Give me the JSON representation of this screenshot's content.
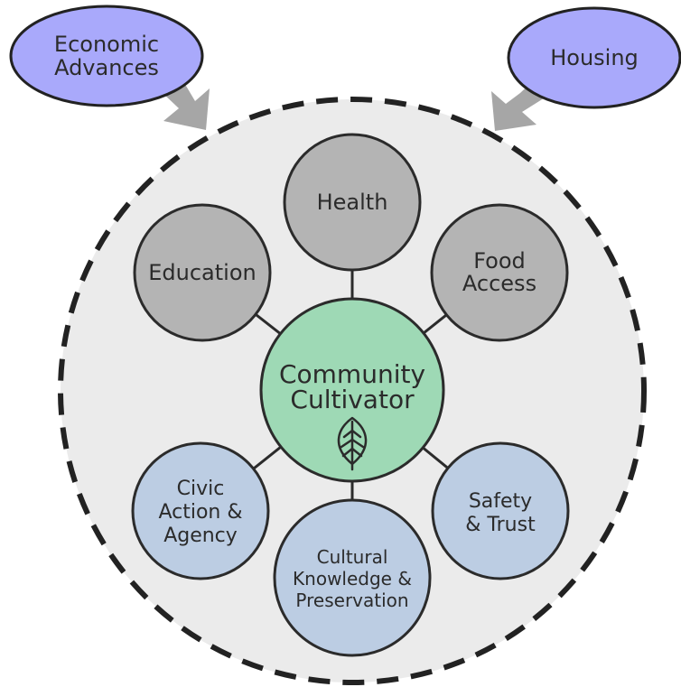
{
  "inputs": {
    "left": [
      "Economic",
      "Advances"
    ],
    "right": [
      "Housing"
    ]
  },
  "center": {
    "lines": [
      "Community",
      "Cultivator"
    ],
    "icon": "leaf-icon"
  },
  "nodes": {
    "health": [
      "Health"
    ],
    "education": [
      "Education"
    ],
    "food": [
      "Food",
      "Access"
    ],
    "civic": [
      "Civic",
      "Action &",
      "Agency"
    ],
    "cultural": [
      "Cultural",
      "Knowledge &",
      "Preservation"
    ],
    "safety": [
      "Safety",
      "& Trust"
    ]
  },
  "colors": {
    "input_fill": "#a9a9fb",
    "outer_fill": "#ebebeb",
    "gray_node": "#b4b4b4",
    "blue_node": "#bccde3",
    "center_node": "#9ed9b5",
    "arrow": "#a6a6a6",
    "stroke": "#222222"
  }
}
